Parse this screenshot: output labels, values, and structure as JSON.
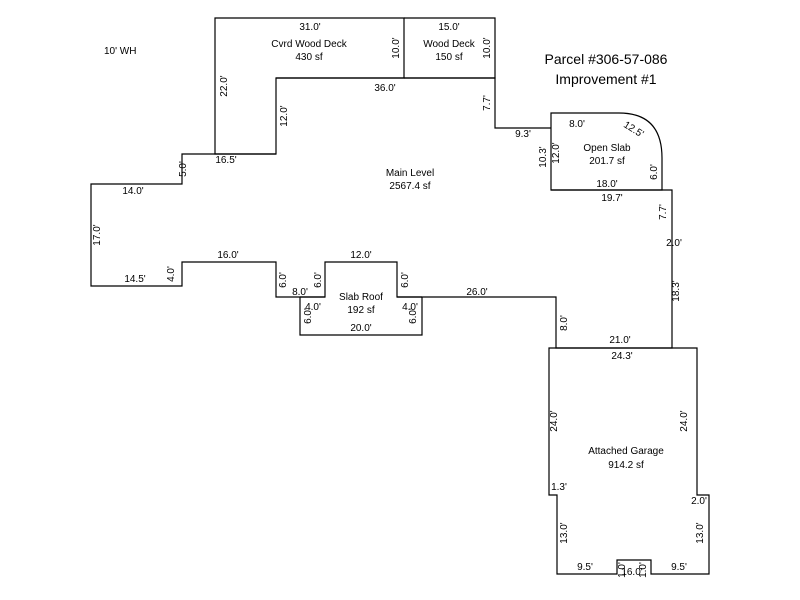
{
  "parcel": {
    "line1": "Parcel #306-57-086",
    "line2": "Improvement #1"
  },
  "note": "10' WH",
  "areas": {
    "cvrd_wood_deck": {
      "name": "Cvrd Wood Deck",
      "area": "430 sf"
    },
    "wood_deck": {
      "name": "Wood Deck",
      "area": "150 sf"
    },
    "main_level": {
      "name": "Main Level",
      "area": "2567.4 sf"
    },
    "open_slab": {
      "name": "Open Slab",
      "area": "201.7 sf"
    },
    "slab_roof": {
      "name": "Slab Roof",
      "area": "192 sf"
    },
    "attached_garage": {
      "name": "Attached Garage",
      "area": "914.2 sf"
    }
  },
  "dims": {
    "cvrd_top": "31.0'",
    "cvrd_left": "22.0'",
    "cvrd_inner": "10.0'",
    "cvrd_step": "12.0'",
    "wood_top": "15.0'",
    "wood_right": "10.0'",
    "deck_bottom": "36.0'",
    "main_right_upper": "7.7'",
    "main_to_slab": "9.3'",
    "main_left_top": "16.5'",
    "main_left_jog": "5.0'",
    "main_left_top2": "14.0'",
    "main_left_side": "17.0'",
    "main_left_bottom": "14.5'",
    "main_left_up": "4.0'",
    "main_bottom_seg": "16.0'",
    "main_bottom_drop": "6.0'",
    "main_bottom_jog": "8.0'",
    "main_bottom_up": "6.0'",
    "main_bottom_mid": "12.0'",
    "main_bottom_down": "6.0'",
    "main_bottom_right": "26.0'",
    "main_right_drop": "8.0'",
    "main_right_low": "18.3'",
    "main_right_jog": "2.0'",
    "main_right_mid": "7.7'",
    "slab_roof_left_jog": "4.0'",
    "slab_roof_left": "6.0'",
    "slab_roof_bottom": "20.0'",
    "slab_roof_right": "6.0'",
    "slab_roof_right_jog": "4.0'",
    "open_slab_top": "8.0'",
    "open_slab_arc": "12.5'",
    "open_slab_left": "12.0'",
    "open_slab_left_outer": "10.3'",
    "open_slab_right": "6.0'",
    "open_slab_bottom": "18.0'",
    "open_slab_bottom_outer": "19.7'",
    "garage_top_outer": "21.0'",
    "garage_top": "24.3'",
    "garage_left": "24.0'",
    "garage_right": "24.0'",
    "garage_left_jog": "1.3'",
    "garage_left_low": "13.0'",
    "garage_right_jog": "2.0'",
    "garage_right_low": "13.0'",
    "garage_bottom_left": "9.5'",
    "garage_bottom_right": "9.5'",
    "garage_bottom_mid": "16.0'",
    "garage_notch_left": "1.0'",
    "garage_notch_right": "1.0'"
  }
}
